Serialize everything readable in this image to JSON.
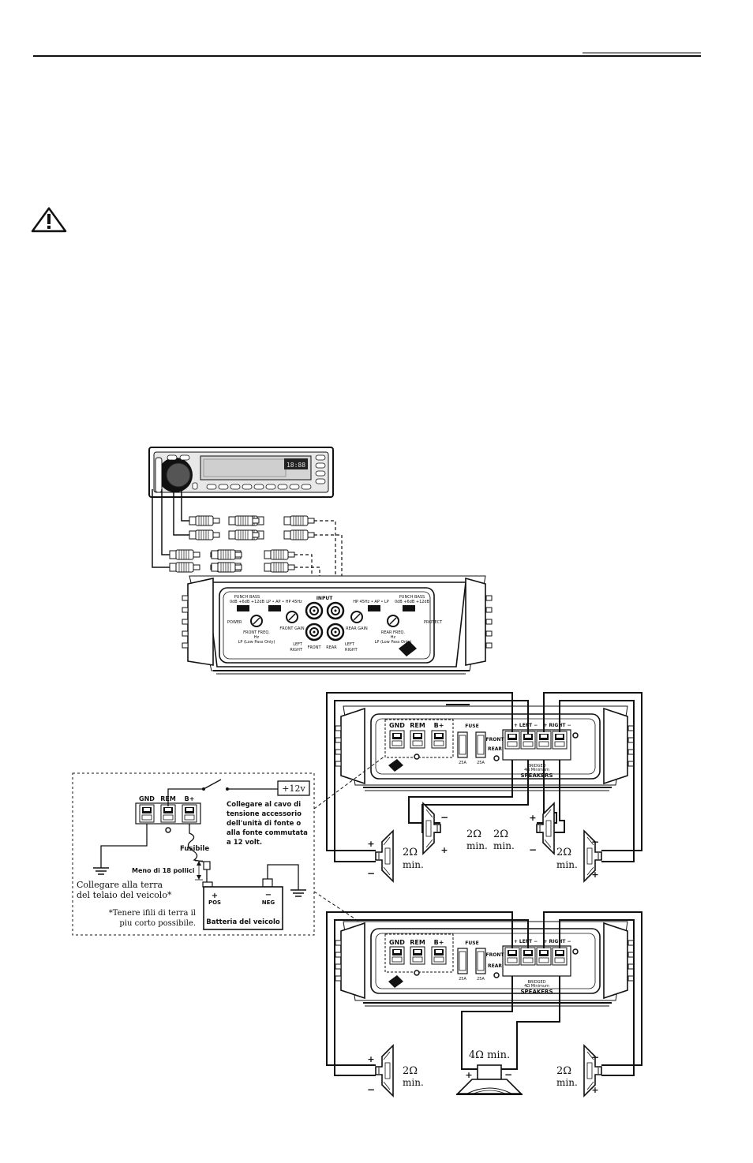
{
  "head_unit": {
    "display_text": "18:88"
  },
  "amp_control": {
    "input": "INPUT",
    "punch_bass": "PUNCH BASS",
    "punch_bass_range": "0dB +6dB +12dB",
    "lp_ap_hp_front": "LP • AP • HP 45Hz",
    "hp_ap_lp_rear": "HP 45Hz • AP • LP",
    "power": "POWER",
    "protect": "PROTECT",
    "front_freq": "FRONT FREQ.",
    "rear_freq": "REAR FREQ.",
    "hz": "Hz",
    "lp_only": "LP (Low Pass Only)",
    "front_gain": "FRONT GAIN",
    "rear_gain": "REAR GAIN",
    "front": "FRONT",
    "rear": "REAR",
    "left": "LEFT",
    "right": "RIGHT"
  },
  "amp_power": {
    "gnd": "GND",
    "rem": "REM",
    "bplus": "B+",
    "fuse": "FUSE",
    "fuse_rating": "25A",
    "front": "FRONT",
    "rear": "REAR",
    "left": "+ LEFT −",
    "right": "+ RIGHT −",
    "speakers": "SPEAKERS",
    "bridged": "BRIDGED",
    "bridged_min": "4Ω Minimum"
  },
  "power_wiring": {
    "gnd": "GND",
    "rem": "REM",
    "bplus": "B+",
    "plus12v": "+12v",
    "remote_note": [
      "Collegare al cavo di",
      "tensione accessorio",
      "dell'unità di fonte o",
      "alla fonte commutata",
      "a 12 volt."
    ],
    "fuse": "Fusibile",
    "length": "Meno di 18 pollici",
    "ground_note": [
      "Collegare alla terra",
      "del telaio del veicolo*"
    ],
    "ground_footnote": [
      "*Tenere ifili di terra il",
      "piu corto possibile."
    ],
    "pos": "POS",
    "neg": "NEG",
    "battery": "Batteria del veicolo"
  },
  "speakers": {
    "impedance_2": "2Ω",
    "impedance_4": "4Ω min.",
    "min": "min."
  }
}
